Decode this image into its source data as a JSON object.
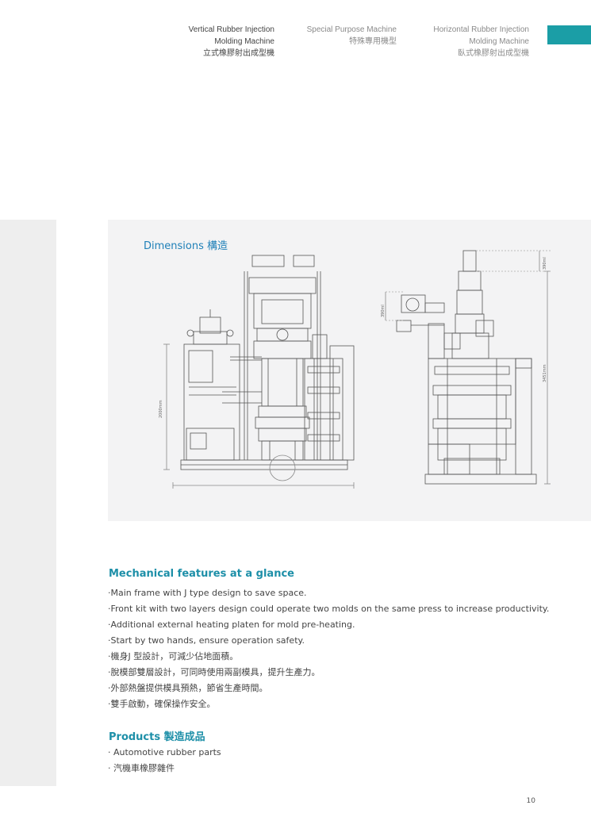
{
  "nav": {
    "items": [
      {
        "line1": "Vertical Rubber Injection",
        "line2": "Molding Machine",
        "line3": "立式橡膠射出成型機"
      },
      {
        "line1": "Special Purpose Machine",
        "line2": "特殊專用機型"
      },
      {
        "line1": "Horizontal Rubber Injection",
        "line2": "Molding Machine",
        "line3": "臥式橡膠射出成型機"
      }
    ],
    "active_tab_color": "#1b9ea6"
  },
  "dimensions": {
    "title": "Dimensions 構造",
    "front_height_label": "2000mm",
    "side_top_label": "390ml",
    "side_left_label": "390ml",
    "side_height_label": "3451mm"
  },
  "features": {
    "title": "Mechanical features at a glance",
    "items": [
      "‧Main frame with J type design to save space.",
      "‧Front kit with two layers design could operate two molds on the same press to increase productivity.",
      "‧Additional external heating platen for mold pre-heating.",
      "‧Start by two hands, ensure operation safety.",
      "‧機身J 型設計，可減少佔地面積。",
      "‧脫模部雙層設計，可同時使用兩副模具，提升生產力。",
      "‧外部熱盤提供模具預熱，節省生產時間。",
      "‧雙手啟動，確保操作安全。"
    ]
  },
  "products": {
    "title": "Products 製造成品",
    "items": [
      "‧ Automotive rubber parts",
      "‧ 汽機車橡膠雜件"
    ]
  },
  "page_number": "10"
}
